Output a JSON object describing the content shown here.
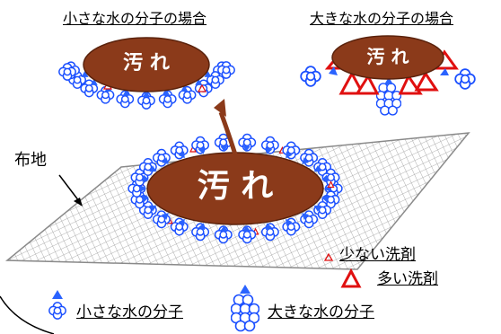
{
  "titles": {
    "small_case": "小さな水の分子の場合",
    "large_case": "大きな水の分子の場合"
  },
  "dirt_label": "汚 れ",
  "fabric_label": "布地",
  "legend": {
    "small_detergent": "少ない洗剤",
    "large_detergent": "多い洗剤",
    "small_molecule": "小さな水の分子",
    "large_molecule": "大きな水の分子"
  },
  "colors": {
    "dirt": "#8b3a1a",
    "molecule_outline": "#1a4fff",
    "molecule_arrow": "#2a63ff",
    "detergent": "#e01010",
    "fabric_grid": "#9a9a9a"
  }
}
